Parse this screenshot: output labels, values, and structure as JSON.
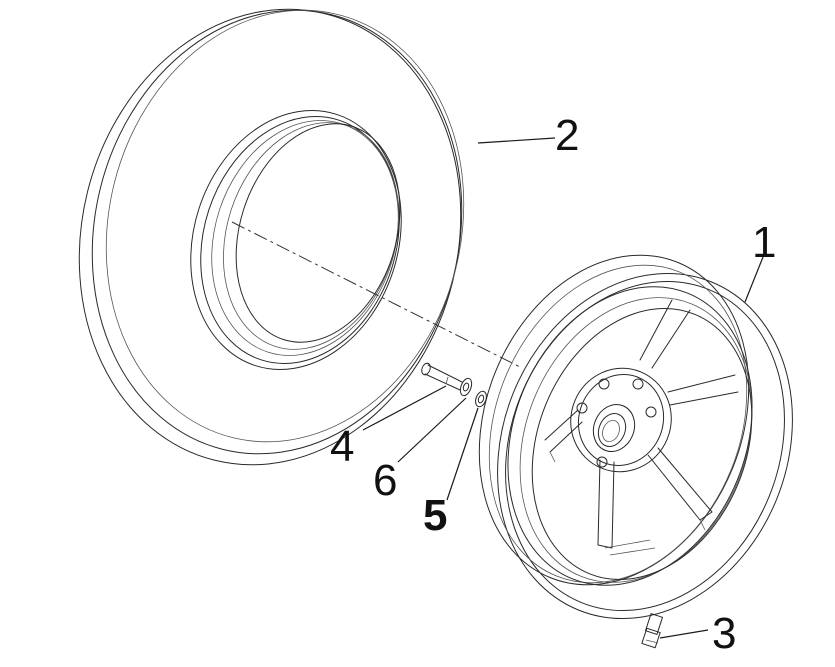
{
  "callouts": [
    {
      "id": "rim",
      "label": "1"
    },
    {
      "id": "tyre",
      "label": "2"
    },
    {
      "id": "valve",
      "label": "3"
    },
    {
      "id": "bolt",
      "label": "4"
    },
    {
      "id": "washer-outer",
      "label": "5"
    },
    {
      "id": "washer-inner",
      "label": "6"
    }
  ]
}
